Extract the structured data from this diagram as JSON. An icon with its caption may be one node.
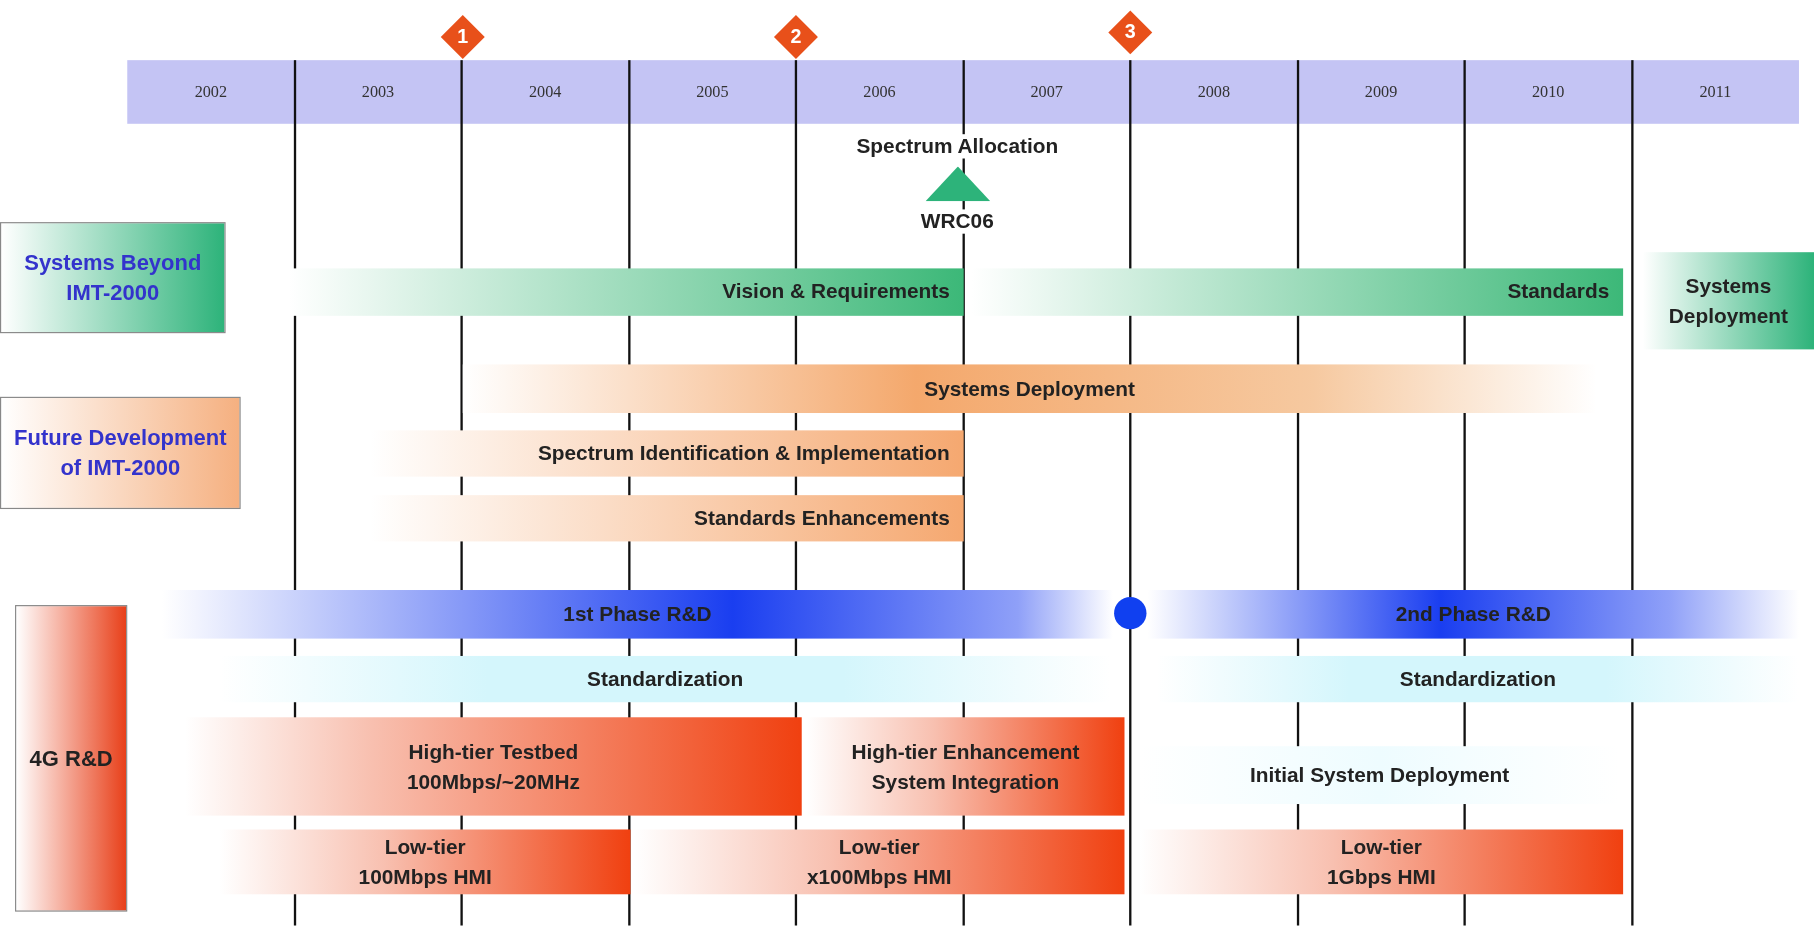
{
  "diagram": {
    "nodes": [
      {
        "text": [
          "Systems Beyond IMT-2000"
        ]
      },
      {
        "text": [
          "Future Development of IMT-2000"
        ]
      },
      {
        "text": [
          "4G R&D"
        ]
      },
      {
        "text": [
          "1"
        ]
      },
      {
        "text": [
          "2"
        ]
      },
      {
        "text": [
          "3"
        ]
      },
      {
        "text": [
          "Spectrum Allocation",
          "WRC06"
        ]
      },
      {
        "text": [
          "Vision & Requirements"
        ]
      },
      {
        "text": [
          "Standards"
        ]
      },
      {
        "text": [
          "Systems Deployment"
        ]
      },
      {
        "text": [
          "Systems Deployment"
        ]
      },
      {
        "text": [
          "Spectrum Identification & Implementation"
        ]
      },
      {
        "text": [
          "Standards Enhancements"
        ]
      },
      {
        "text": [
          "1st Phase R&D"
        ]
      },
      {
        "text": [
          "2nd Phase R&D"
        ]
      },
      {
        "text": [],
        "shape": "circle"
      },
      {
        "text": [
          "Standardization"
        ]
      },
      {
        "text": [
          "Standardization"
        ]
      },
      {
        "text": [
          "High-tier Testbed",
          "100Mbps/~20MHz"
        ]
      },
      {
        "text": [
          "High-tier Enhancement",
          "System Integration"
        ]
      },
      {
        "text": [
          "Initial System Deployment"
        ]
      },
      {
        "text": [
          "Low-tier",
          "100Mbps HMI"
        ]
      },
      {
        "text": [
          "Low-tier",
          "x100Mbps HMI"
        ]
      },
      {
        "text": [
          "Low-tier",
          "1Gbps HMI"
        ]
      }
    ],
    "edges": [],
    "labels": [
      "2002",
      "2003",
      "2004",
      "2005",
      "2006",
      "2007",
      "2008",
      "2009",
      "2010",
      "2011"
    ]
  }
}
